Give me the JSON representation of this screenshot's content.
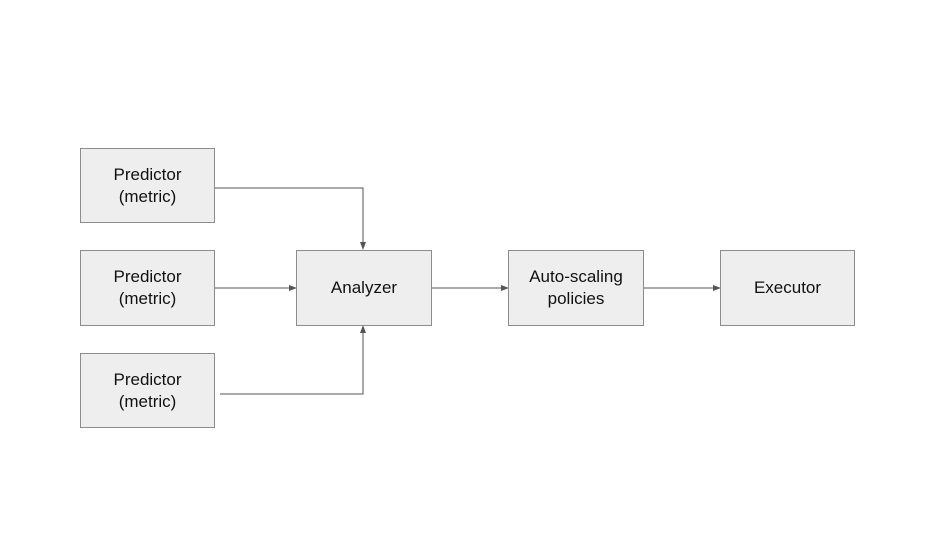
{
  "diagram": {
    "nodes": {
      "predictor_top": {
        "line1": "Predictor",
        "line2": "(metric)"
      },
      "predictor_middle": {
        "line1": "Predictor",
        "line2": "(metric)"
      },
      "predictor_bottom": {
        "line1": "Predictor",
        "line2": "(metric)"
      },
      "analyzer": {
        "label": "Analyzer"
      },
      "autoscaling": {
        "line1": "Auto-scaling",
        "line2": "policies"
      },
      "executor": {
        "label": "Executor"
      }
    },
    "edges": [
      {
        "from": "predictor_top",
        "to": "analyzer"
      },
      {
        "from": "predictor_middle",
        "to": "analyzer"
      },
      {
        "from": "predictor_bottom",
        "to": "analyzer"
      },
      {
        "from": "analyzer",
        "to": "autoscaling"
      },
      {
        "from": "autoscaling",
        "to": "executor"
      }
    ],
    "colors": {
      "node_fill": "#eeeeee",
      "node_border": "#8c8c8c",
      "connector": "#555555",
      "text": "#111111"
    }
  }
}
